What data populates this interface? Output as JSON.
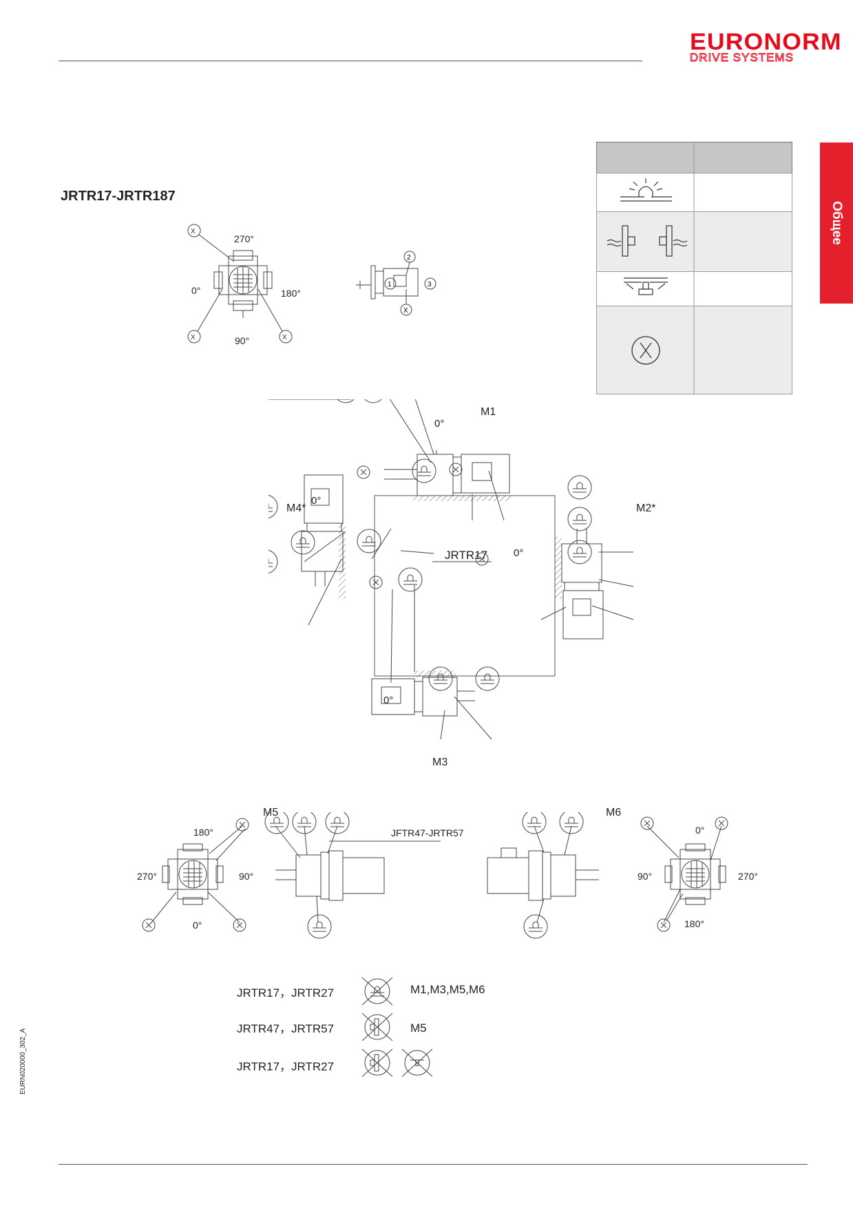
{
  "header": {
    "brand_top": "EURONORM",
    "brand_bottom": "DRIVE SYSTEMS"
  },
  "side_tab": {
    "label": "Общее"
  },
  "page_title": "JRTR17-JRTR187",
  "doc_code": "EURN020000_302_A",
  "legend_table": {
    "headers": [
      "",
      ""
    ],
    "rows": [
      {
        "icon": "breather-vent-icon",
        "text": ""
      },
      {
        "icon": "oil-level-plug-icon",
        "text": ""
      },
      {
        "icon": "drain-plug-icon",
        "text": ""
      },
      {
        "icon": "terminal-box-x-icon",
        "text": ""
      }
    ]
  },
  "top_terminal": {
    "angles": [
      "270°",
      "0°",
      "180°",
      "90°"
    ],
    "marker": "X"
  },
  "cable_entry": {
    "positions": [
      "1",
      "2",
      "3",
      "X"
    ]
  },
  "mounting": {
    "m1": "M1",
    "m2": "M2*",
    "m3": "M3",
    "m4": "M4*",
    "center_label": "JRTR17",
    "zero": "0°",
    "marker": "X"
  },
  "bottom": {
    "m5": "M5",
    "m6": "M6",
    "middle_label": "JFTR47-JRTR57",
    "m5_angles": [
      "180°",
      "270°",
      "90°",
      "0°"
    ],
    "m6_angles": [
      "0°",
      "90°",
      "270°",
      "180°"
    ]
  },
  "notes": [
    {
      "models": "JRTR17，JRTR27",
      "positions": "M1,M3,M5,M6"
    },
    {
      "models": "JRTR47，JRTR57",
      "positions": "M5"
    },
    {
      "models": "JRTR17，JRTR27",
      "positions": ""
    }
  ]
}
